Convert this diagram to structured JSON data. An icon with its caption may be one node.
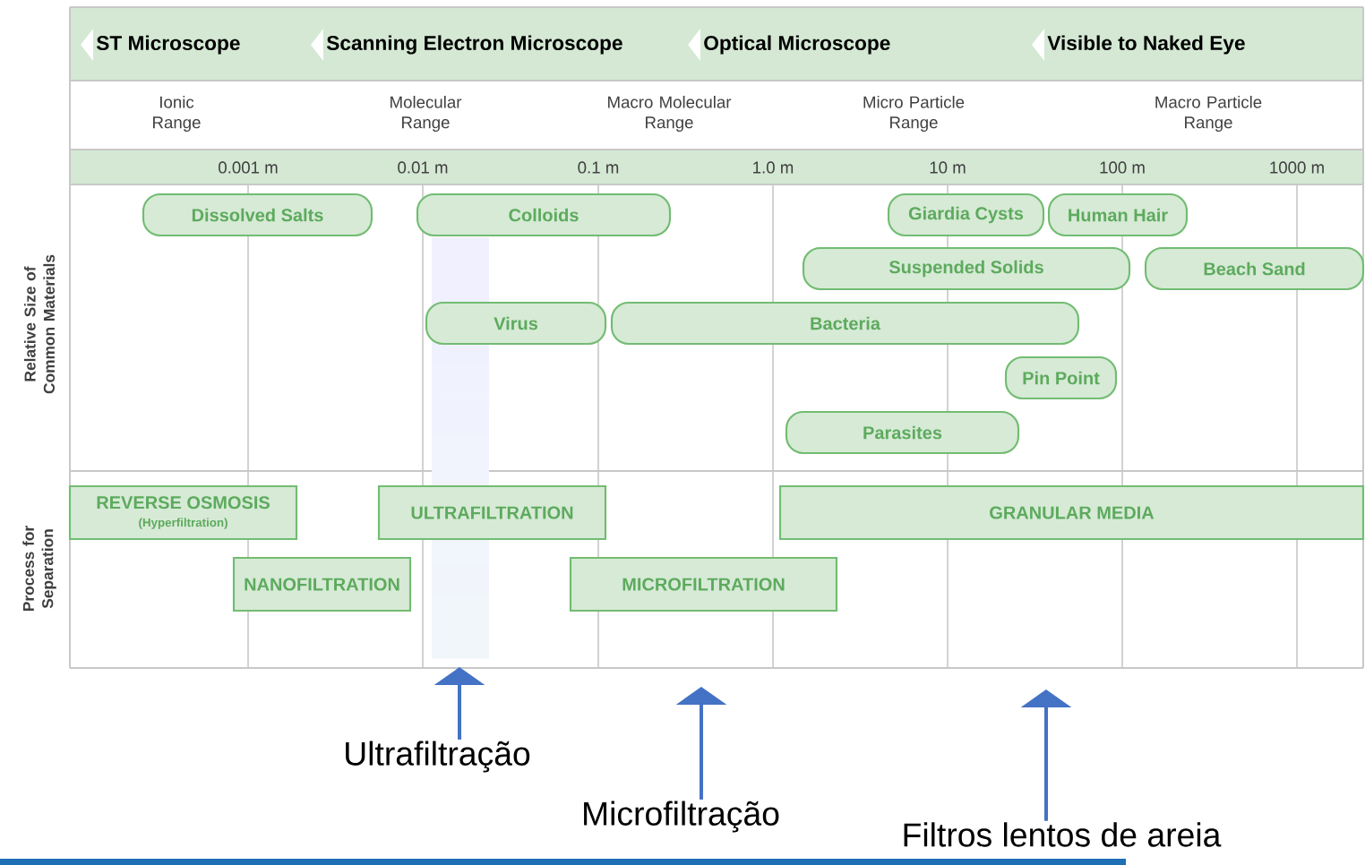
{
  "diagram": {
    "nodes": [
      {
        "text": [
          "Dissolved Salts"
        ]
      },
      {
        "text": [
          "Colloids"
        ]
      },
      {
        "text": [
          "Giardia Cysts"
        ]
      },
      {
        "text": [
          "Human Hair"
        ]
      },
      {
        "text": [
          "Suspended Solids"
        ]
      },
      {
        "text": [
          "Beach Sand"
        ]
      },
      {
        "text": [
          "Virus"
        ]
      },
      {
        "text": [
          "Bacteria"
        ]
      },
      {
        "text": [
          "Pin Point"
        ]
      },
      {
        "text": [
          "Parasites"
        ]
      },
      {
        "text": [
          "REVERSE OSMOSIS",
          "(Hyperfiltration)"
        ]
      },
      {
        "text": [
          "ULTRAFILTRATION"
        ]
      },
      {
        "text": [
          "GRANULAR MEDIA"
        ]
      },
      {
        "text": [
          "NANOFILTRATION"
        ]
      },
      {
        "text": [
          "MICROFILTRATION"
        ]
      },
      {
        "text": [
          "Ultrafiltração"
        ]
      },
      {
        "text": [
          "Microfiltração"
        ]
      },
      {
        "text": [
          "Filtros lentos de areia"
        ]
      }
    ],
    "edges": [
      {
        "from": 15,
        "to": null,
        "arrow": "to"
      },
      {
        "from": 16,
        "to": null,
        "arrow": "to"
      },
      {
        "from": 17,
        "to": null,
        "arrow": "to"
      }
    ],
    "labels": [
      "ST Microscope",
      "Scanning Electron Microscope",
      "Optical Microscope",
      "Visible to Naked Eye",
      "Ionic Range",
      "Molecular Range",
      "Macro Molecular Range",
      "Micro Particle Range",
      "Macro Particle Range",
      "0.001 m",
      "0.01 m",
      "0.1 m",
      "1.0 m",
      "10 m",
      "100 m",
      "1000 m",
      "Relative Size of Common Materials",
      "Process for Separation"
    ]
  }
}
